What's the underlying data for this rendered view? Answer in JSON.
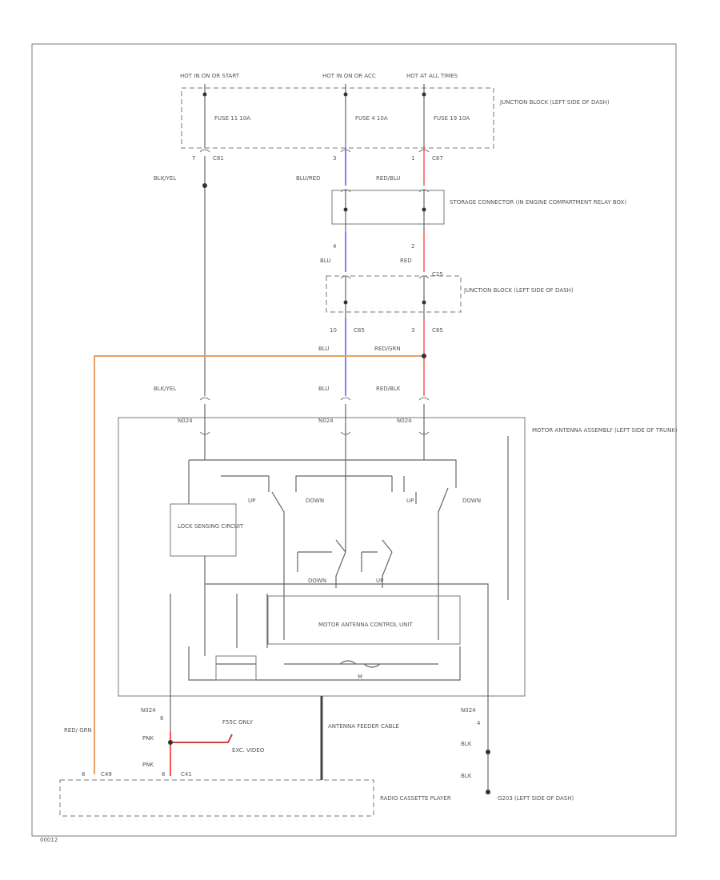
{
  "diagram": {
    "labels": {
      "hot_left": "HOT IN ON OR START",
      "hot_mid": "HOT IN ON OR ACC",
      "hot_right": "HOT AT ALL TIMES",
      "fuse_left": "FUSE 11 10A",
      "fuse_mid": "FUSE 4 10A",
      "fuse_right": "FUSE 19 10A",
      "junction_block_1": "JUNCTION BLOCK (LEFT SIDE OF DASH)",
      "storage_connector": "STORAGE CONNECTOR (IN ENGINE COMPARTMENT RELAY BOX)",
      "junction_block_2": "JUNCTION BLOCK (LEFT SIDE OF DASH)",
      "motor_antenna_assembly": "MOTOR ANTENNA ASSEMBLY (LEFT SIDE OF TRUNK)",
      "lock_sensing_circuit": "LOCK SENSING CIRCUIT",
      "motor_antenna_control_unit": "MOTOR ANTENNA CONTROL UNIT",
      "radio_cassette_player": "RADIO CASSETTE PLAYER",
      "ground": "G203 (LEFT SIDE OF DASH)",
      "antenna_feeder_cable": "ANTENNA FEEDER CABLE",
      "ex_only": "F55C ONLY",
      "exc": "EXC. VIDEO",
      "up_1": "UP",
      "down_1": "DOWN",
      "up_2": "UP",
      "down_2": "DOWN",
      "down_3": "DOWN",
      "up_3": "UP",
      "motor_m": "M",
      "id": "00012"
    },
    "wires": {
      "blk_yel_1": "BLK/YEL",
      "blu_red": "BLU/RED",
      "red_blu_1": "RED/BLU",
      "blu_1": "BLU",
      "red_1": "RED",
      "blu_2": "BLU",
      "red_grn_1": "RED/GRN",
      "blk_yel_2": "BLK/YEL",
      "blu_3": "BLU",
      "red_blk": "RED/BLK",
      "red_grn_2": "RED/ GRN",
      "pnk_1": "PNK",
      "pnk_2": "PNK",
      "blk_1": "BLK",
      "blk_2": "BLK"
    },
    "connectors": {
      "c1_pin": "7",
      "c1": "C81",
      "c2_pin": "3",
      "c3_pin": "1",
      "c3": "C87",
      "c4_pin": "4",
      "c5_pin": "2",
      "c6": "C25",
      "c7_pin": "10",
      "c7": "C85",
      "c8_pin": "3",
      "c8": "C85",
      "n1": "N024",
      "n2": "N024",
      "n3": "N024",
      "n4": "N024",
      "n4_pin": "6",
      "n5": "N024",
      "n5_pin": "4",
      "c9_pin": "8",
      "c9": "C49",
      "c10_pin": "8",
      "c10": "C41"
    }
  }
}
